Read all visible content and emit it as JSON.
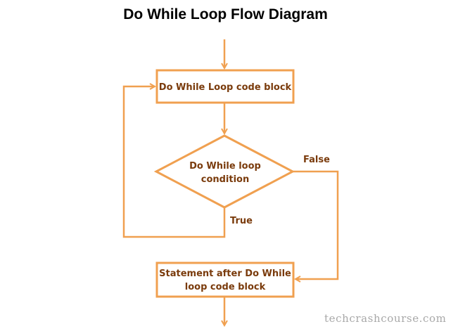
{
  "title": "Do While Loop Flow Diagram",
  "nodes": {
    "code_block": "Do While Loop code block",
    "condition_line1": "Do While loop",
    "condition_line2": "condition",
    "after_line1": "Statement after Do While",
    "after_line2": "loop code block"
  },
  "edges": {
    "false_label": "False",
    "true_label": "True"
  },
  "watermark": "techcrashcourse.com",
  "colors": {
    "stroke": "#f0a050",
    "text": "#7a3b0c"
  }
}
